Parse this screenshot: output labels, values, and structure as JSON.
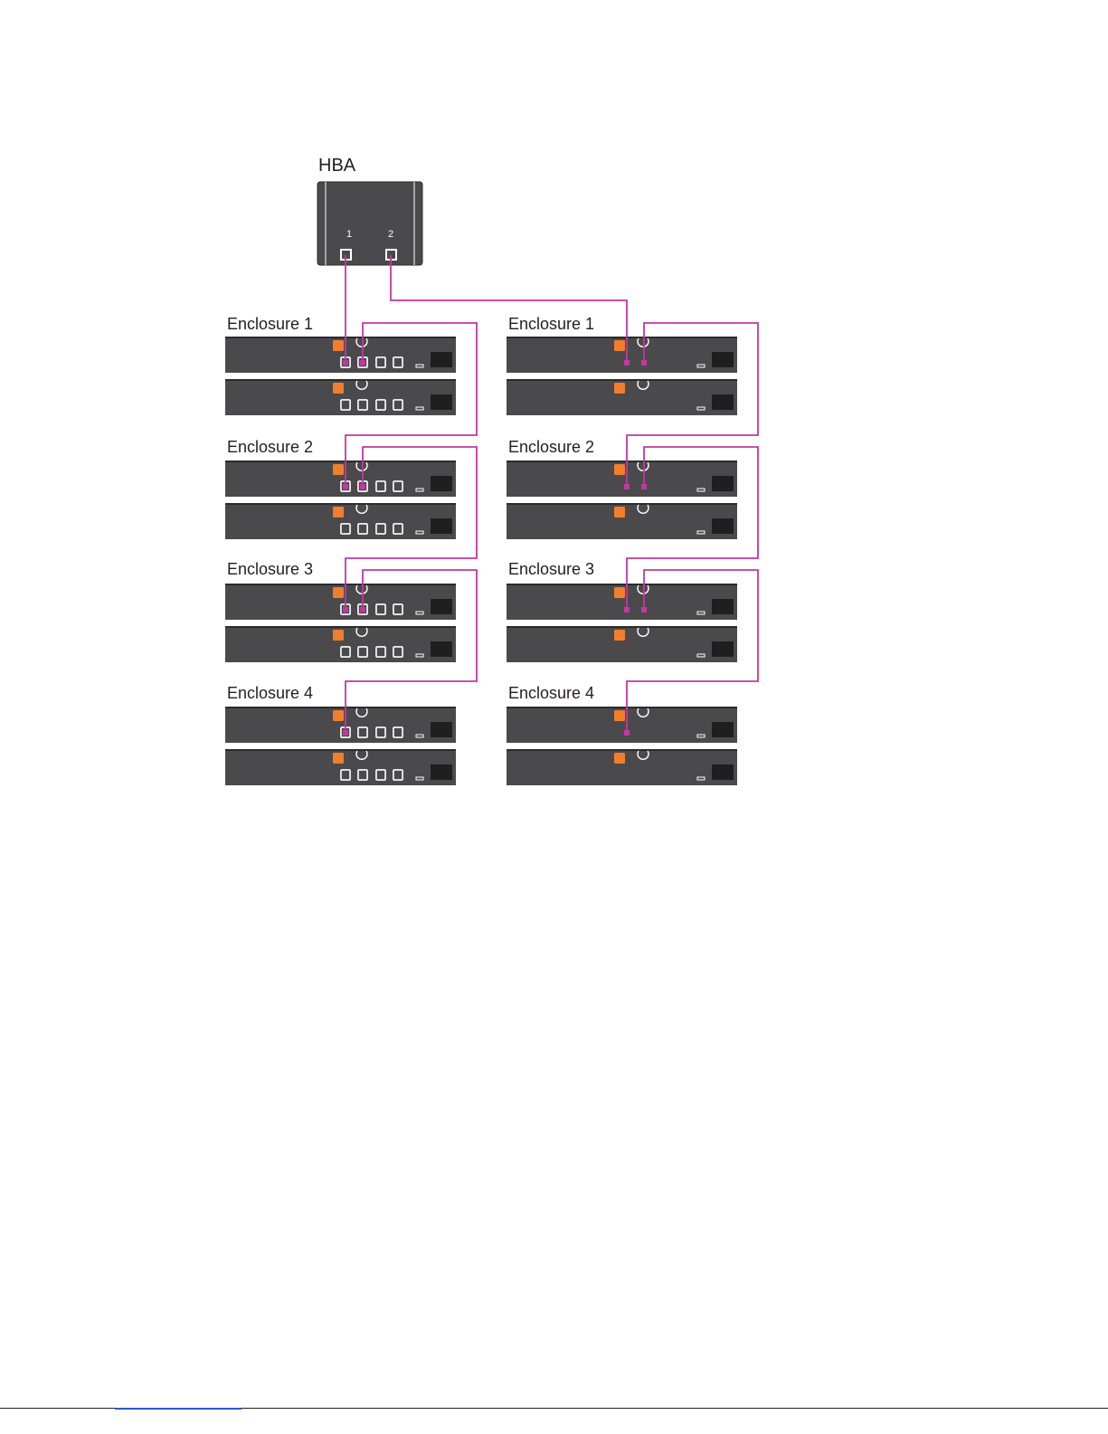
{
  "colors": {
    "chassis": "#4a4a4c",
    "chassis_edge": "#2b2b2d",
    "accent_orange": "#f07f2d",
    "cable": "#c4379f",
    "port_outline": "#ffffff"
  },
  "hba": {
    "label": "HBA",
    "ports": [
      {
        "label": "1"
      },
      {
        "label": "2"
      }
    ]
  },
  "chains": [
    {
      "enclosures": [
        {
          "label": "Enclosure 1"
        },
        {
          "label": "Enclosure 2"
        },
        {
          "label": "Enclosure 3"
        },
        {
          "label": "Enclosure 4"
        }
      ]
    },
    {
      "enclosures": [
        {
          "label": "Enclosure 1"
        },
        {
          "label": "Enclosure 2"
        },
        {
          "label": "Enclosure 3"
        },
        {
          "label": "Enclosure 4"
        }
      ]
    }
  ]
}
